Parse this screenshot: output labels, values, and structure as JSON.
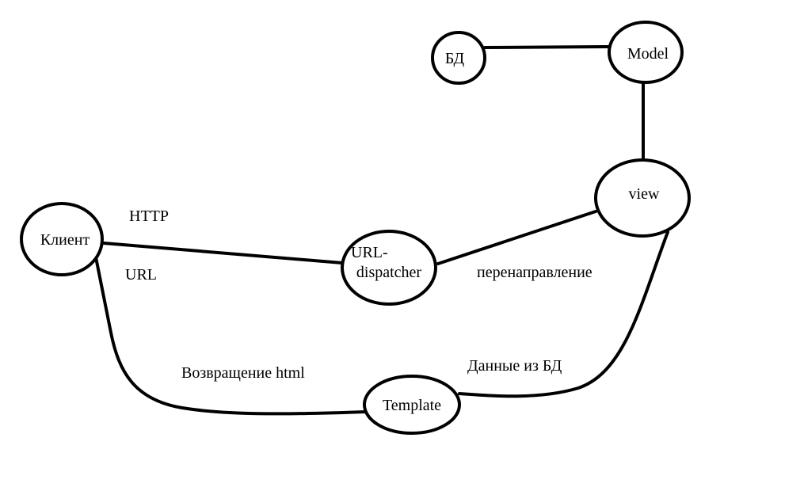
{
  "nodes": {
    "bd": "БД",
    "model": "Model",
    "view": "view",
    "client": "Клиент",
    "url_dispatcher_line1": "URL-",
    "url_dispatcher_line2": "dispatcher",
    "template": "Template"
  },
  "edge_labels": {
    "http": "HTTP",
    "url": "URL",
    "redirect": "перенаправление",
    "return_html": "Возвращение html",
    "db_data": "Данные из БД"
  },
  "colors": {
    "stroke": "#000000",
    "fill": "#ffffff"
  }
}
